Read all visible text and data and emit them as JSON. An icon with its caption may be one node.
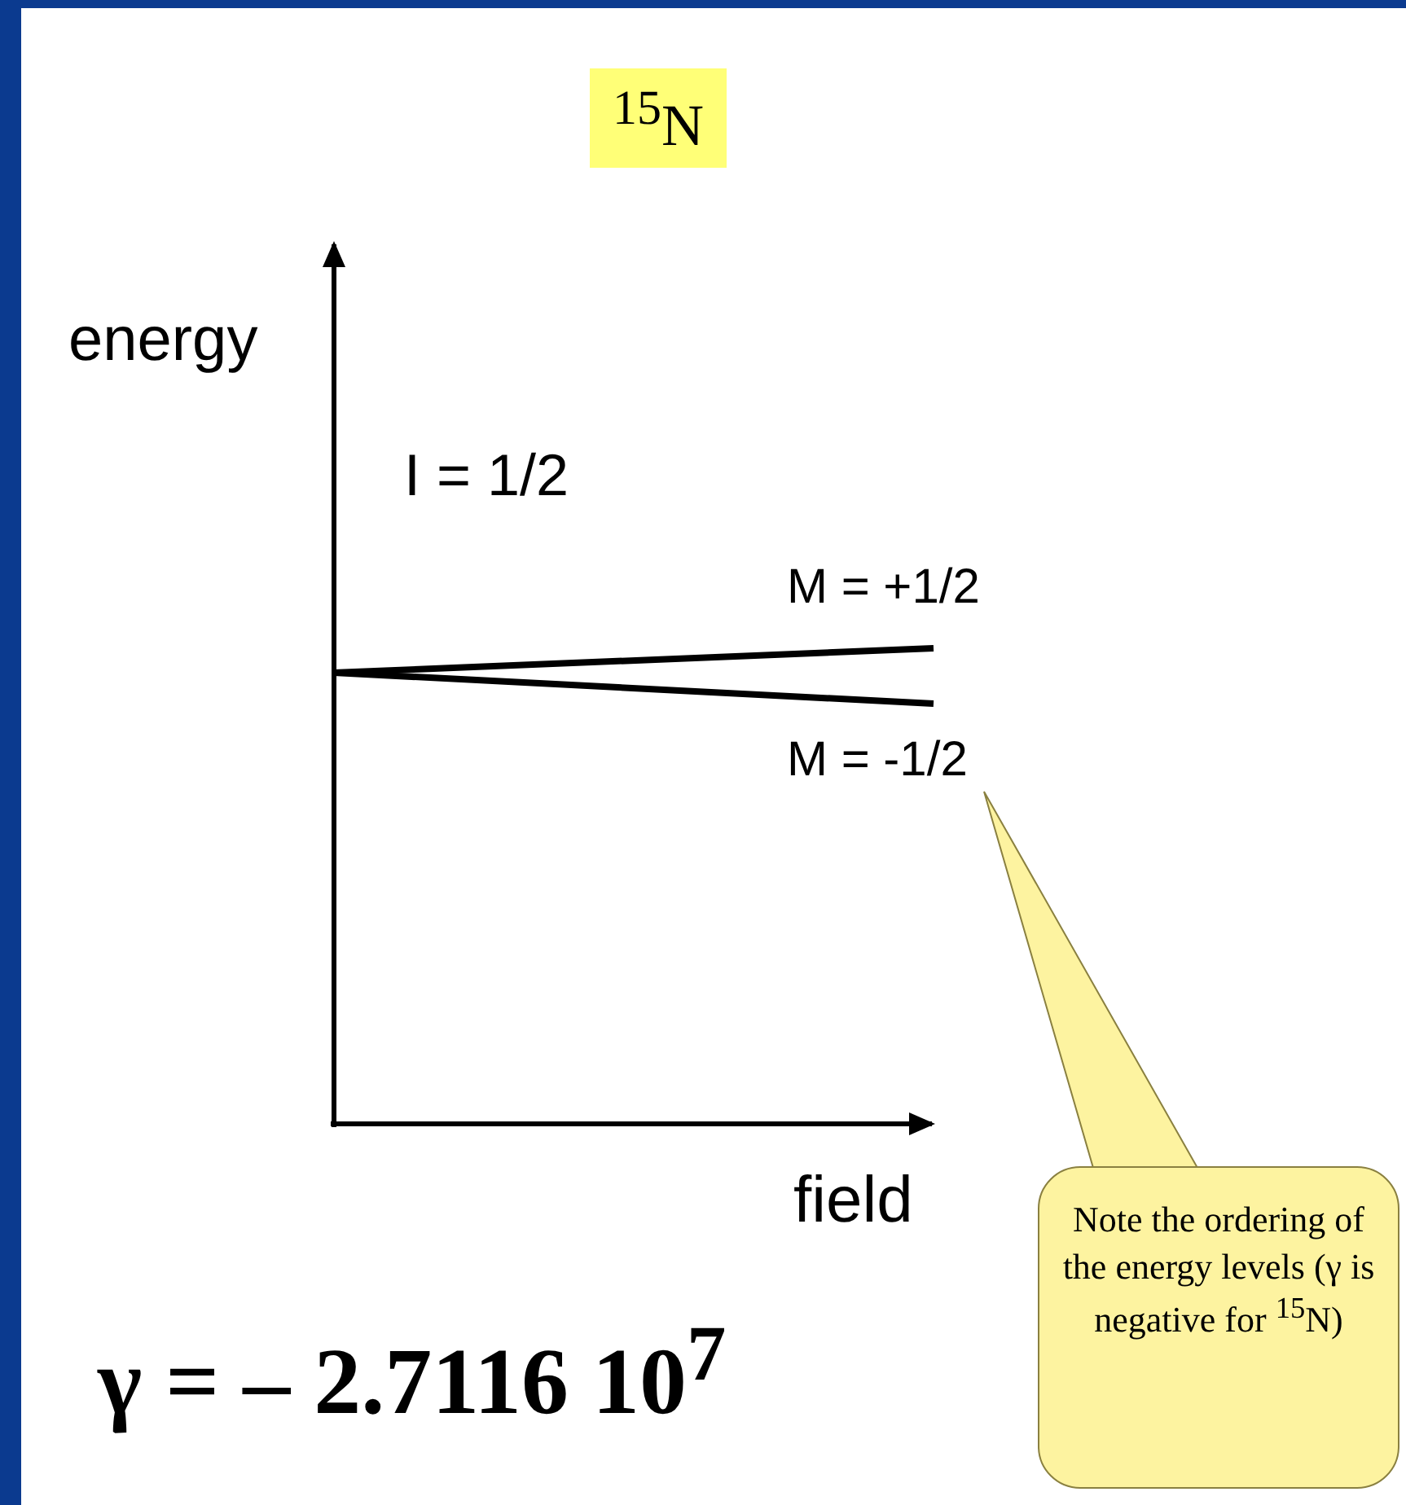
{
  "diagram": {
    "title": "$^{15}$N",
    "nodes": [
      {
        "text": [
          "M = -1/2"
        ]
      },
      {
        "text": [
          "Note the ordering of the energy levels (γ is negative for $^{15}$N)"
        ]
      }
    ],
    "edges": [
      {
        "from": 1,
        "to": 0,
        "arrow": "none"
      }
    ],
    "labels": [
      "energy",
      "I = 1/2",
      "M = +1/2",
      "field",
      "γ = – 2.7116 10$^{7}$"
    ]
  }
}
